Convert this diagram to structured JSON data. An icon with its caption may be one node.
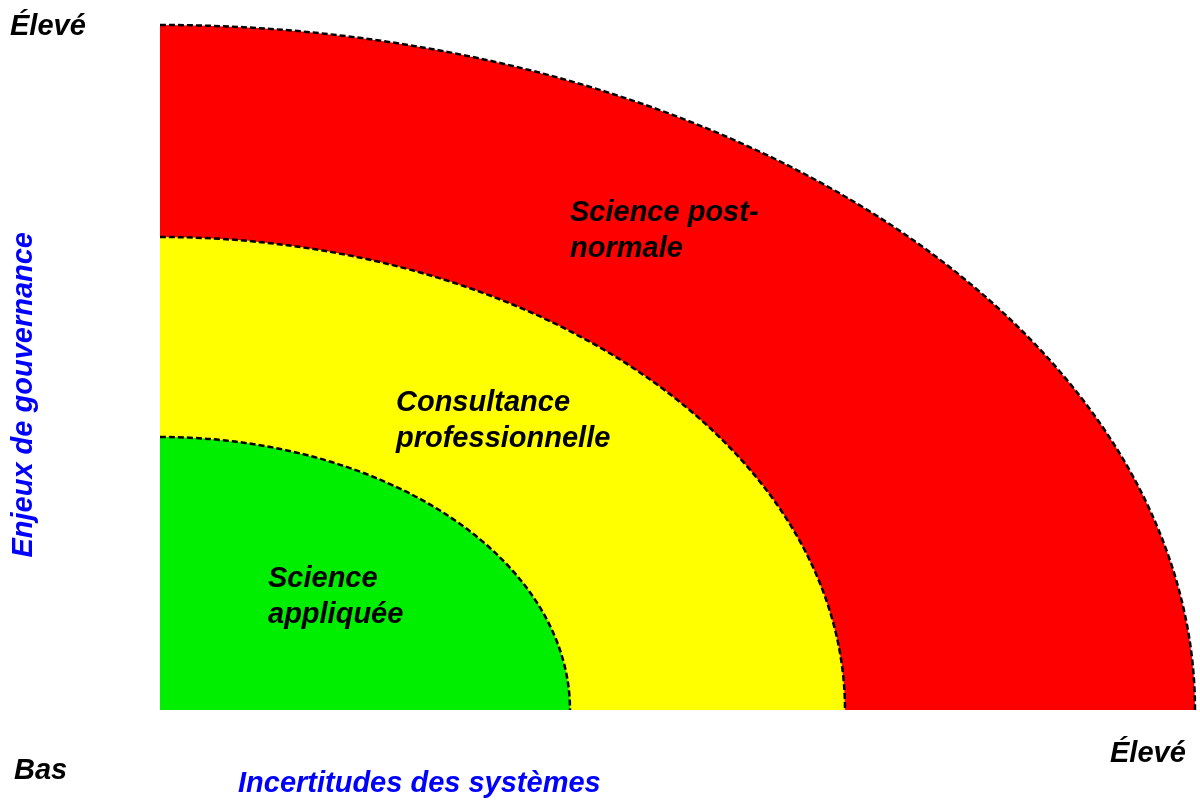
{
  "diagram": {
    "nodes": [
      {
        "text": [
          "Science post-normale"
        ]
      },
      {
        "text": [
          "Consultance professionnelle"
        ],
        "in": 0
      },
      {
        "text": [
          "Science appliquée"
        ],
        "in": 1
      }
    ],
    "edges": [],
    "labels": [
      "Élevé",
      "Enjeux de gouvernance",
      "Bas",
      "Incertitudes des systèmes",
      "Élevé"
    ]
  }
}
